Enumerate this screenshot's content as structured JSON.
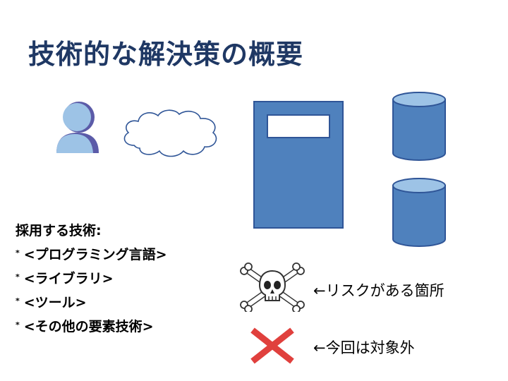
{
  "slide": {
    "title": "技術的な解決策の概要"
  },
  "tech_list": {
    "heading": "採用する技術:",
    "bullet": "*",
    "items": [
      "<プログラミング言語>",
      "<ライブラリ>",
      "<ツール>",
      "<その他の要素技術>"
    ]
  },
  "legend": {
    "risk": {
      "icon": "skull-crossbones-icon",
      "text": "←リスクがある箇所"
    },
    "excluded": {
      "icon": "red-x-icon",
      "text": "←今回は対象外"
    }
  },
  "colors": {
    "title": "#1f3864",
    "shape_fill": "#4f81bd",
    "shape_stroke": "#2f5597",
    "cross": "#e0403d",
    "person_head": "#9dc3e6",
    "person_body": "#5b5ba8"
  }
}
